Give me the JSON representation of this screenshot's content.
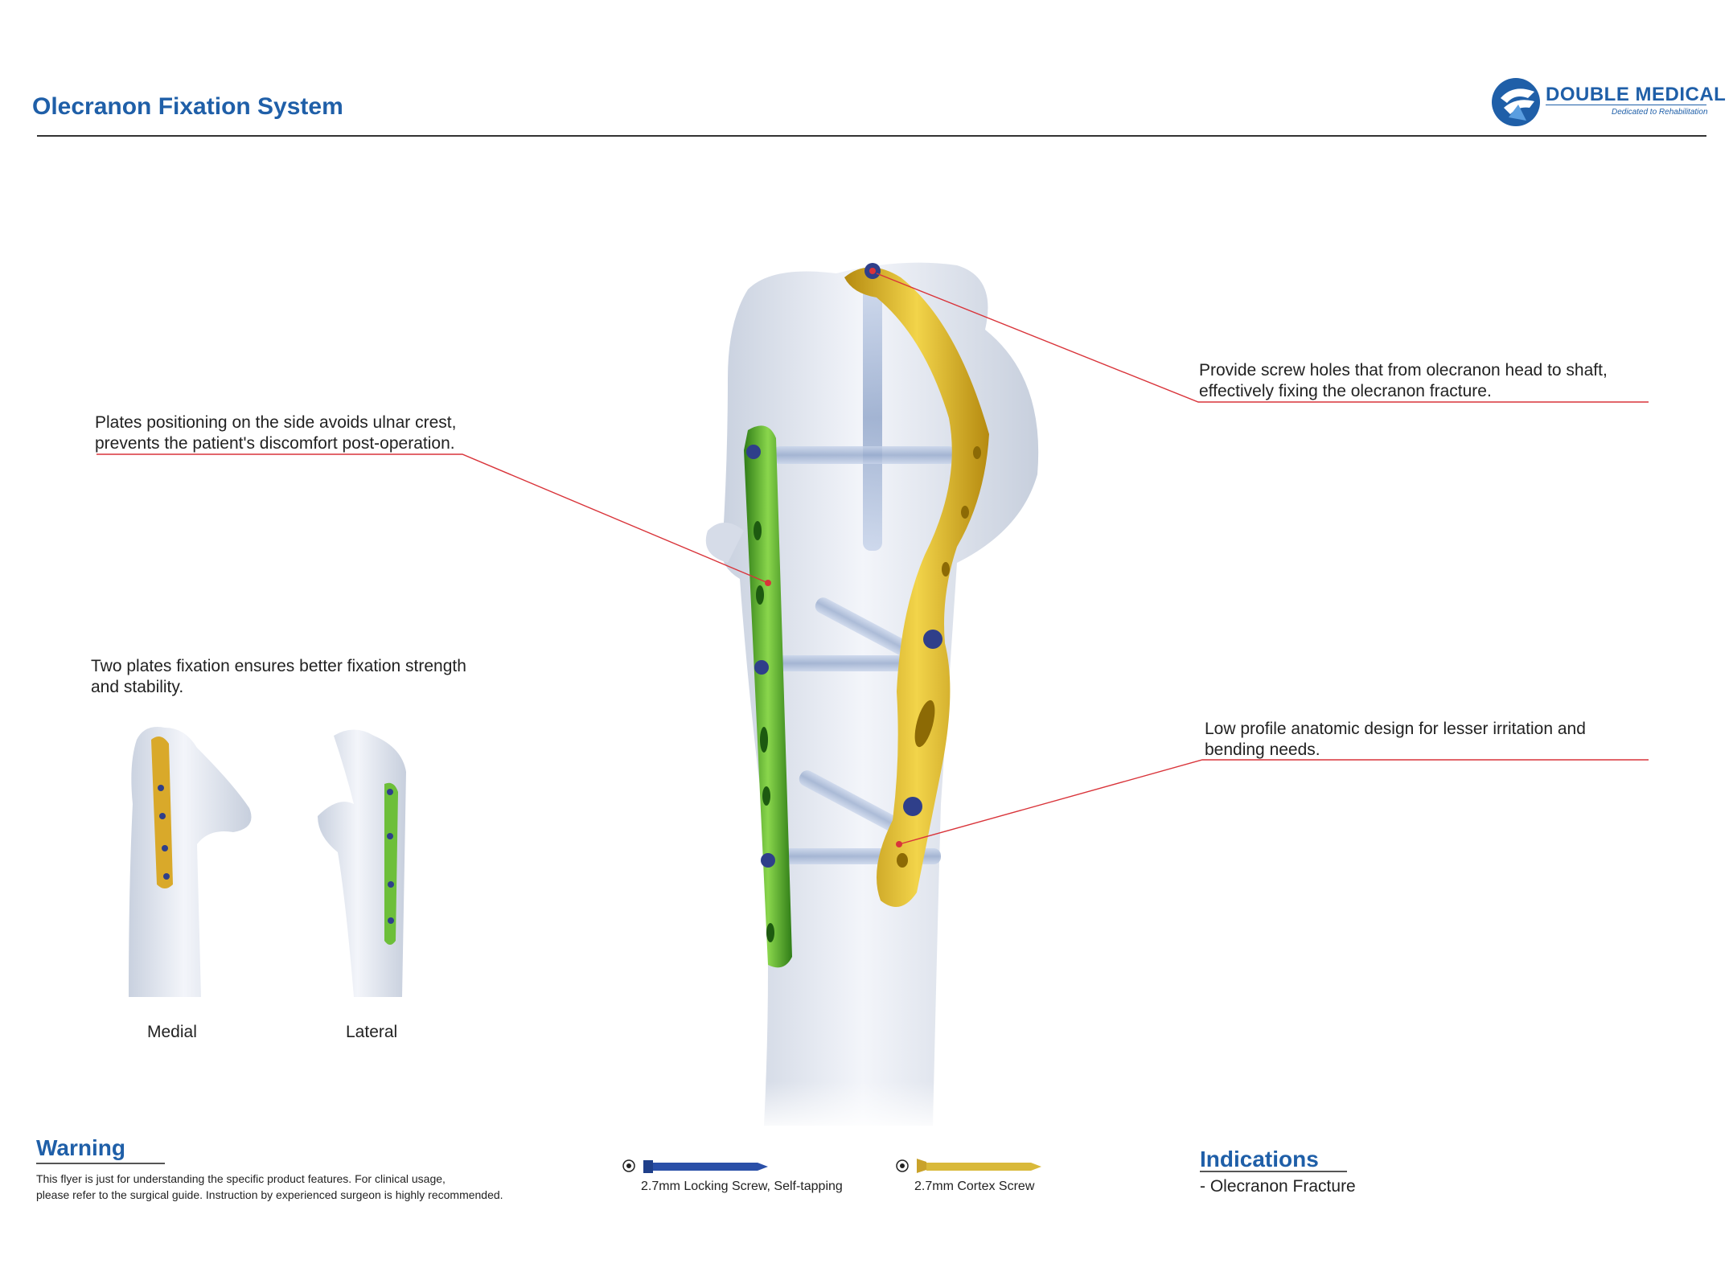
{
  "header": {
    "title": "Olecranon Fixation System",
    "logo_name": "DOUBLE MEDICAL",
    "logo_tagline": "Dedicated to Rehabilitation"
  },
  "callouts": {
    "screw_holes": [
      "Provide screw holes that from olecranon head to shaft,",
      "effectively fixing the olecranon fracture."
    ],
    "side_position": [
      "Plates positioning on the side avoids ulnar crest,",
      "prevents the patient's discomfort post-operation."
    ],
    "two_plates": [
      "Two plates fixation ensures better fixation strength",
      "and stability."
    ],
    "low_profile": [
      "Low profile anatomic design for lesser irritation and",
      "bending needs."
    ]
  },
  "views": {
    "medial": "Medial",
    "lateral": "Lateral"
  },
  "warning": {
    "heading": "Warning",
    "text": [
      "This flyer is just for understanding the specific product features. For clinical usage,",
      "please refer to the surgical guide. Instruction by experienced surgeon is highly recommended."
    ]
  },
  "screws": {
    "locking": "2.7mm Locking Screw, Self-tapping",
    "cortex": "2.7mm Cortex Screw"
  },
  "indications": {
    "heading": "Indications",
    "item": "- Olecranon Fracture"
  },
  "colors": {
    "brand_blue": "#1f5fa8",
    "callout_line": "#d9343a",
    "gold_plate": "#d9b21c",
    "green_plate": "#5cb52d",
    "bone": "#e4e9f2"
  }
}
